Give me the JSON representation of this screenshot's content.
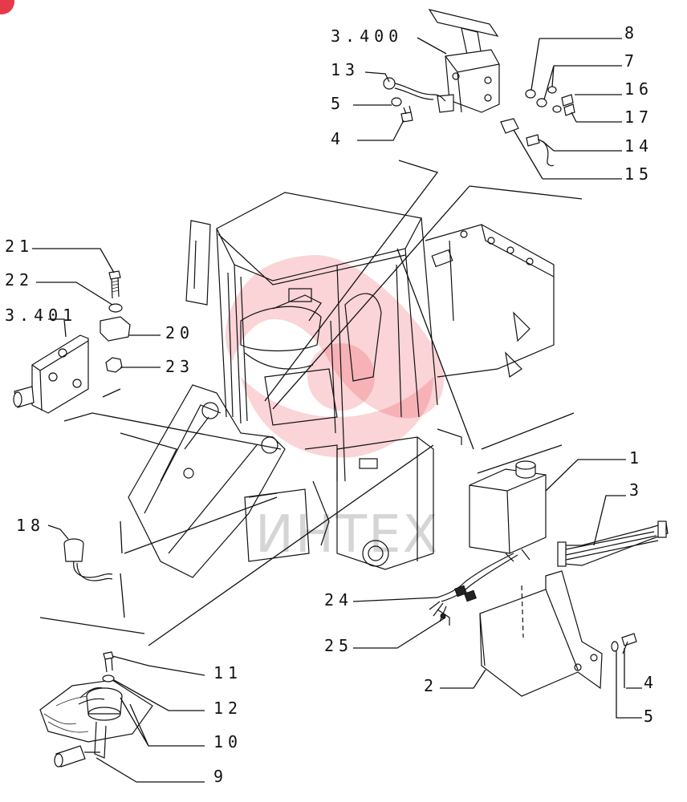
{
  "watermark": {
    "text": "ИНТЕХ",
    "color": "#e8394a"
  },
  "corner_badge": {
    "color": "#e8394a"
  },
  "callouts": {
    "c3400": "3.400",
    "c13": "13",
    "c5a": "5",
    "c4a": "4",
    "c8": "8",
    "c7": "7",
    "c16": "16",
    "c17": "17",
    "c14": "14",
    "c15": "15",
    "c21": "21",
    "c22": "22",
    "c3401": "3.401",
    "c20": "20",
    "c23": "23",
    "c18": "18",
    "c1": "1",
    "c3": "3",
    "c24": "24",
    "c25": "25",
    "c2": "2",
    "c4b": "4",
    "c5b": "5",
    "c11": "11",
    "c12": "12",
    "c10": "10",
    "c9": "9"
  }
}
